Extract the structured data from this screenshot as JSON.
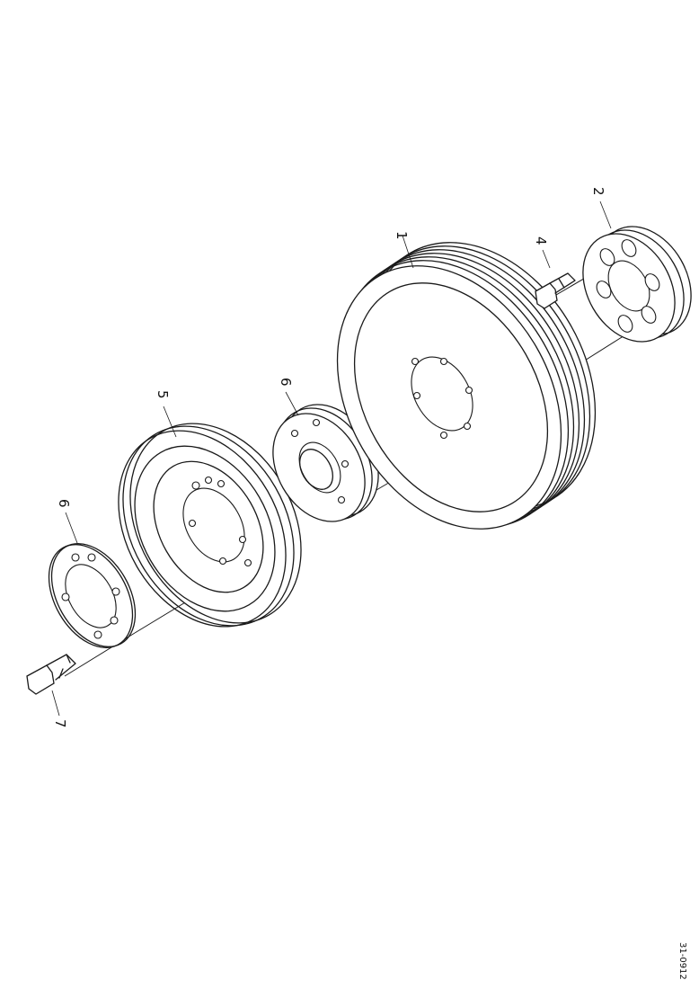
{
  "diagram": {
    "callouts": [
      {
        "id": "1",
        "label": "1",
        "part": "crankshaft-pulley"
      },
      {
        "id": "2",
        "label": "2",
        "part": "hub"
      },
      {
        "id": "4",
        "label": "4",
        "part": "bolt"
      },
      {
        "id": "5",
        "label": "5",
        "part": "pulley"
      },
      {
        "id": "6a",
        "label": "6",
        "part": "spacer"
      },
      {
        "id": "6b",
        "label": "6",
        "part": "washer-plate"
      },
      {
        "id": "7",
        "label": "7",
        "part": "bolt"
      }
    ],
    "drawing_number": "31-0912"
  }
}
